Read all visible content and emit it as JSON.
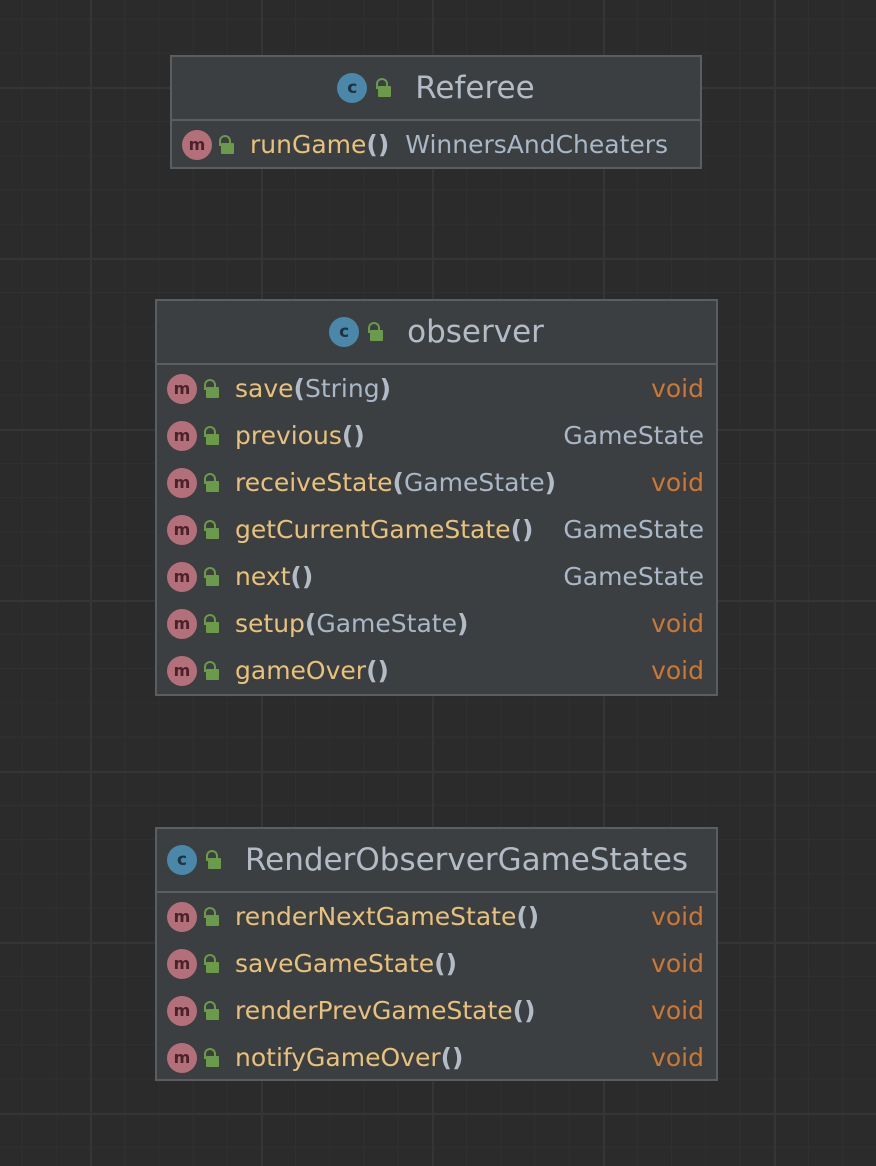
{
  "icons": {
    "class_badge": "class-icon",
    "method_badge": "method-icon",
    "visibility": "public-lock-icon"
  },
  "colors": {
    "background": "#2b2b2b",
    "box_fill": "#3c3f41",
    "box_border": "#5b5e60",
    "class_badge": "#4a87a8",
    "method_badge": "#b3707b",
    "public_lock": "#6b9a4a",
    "method_name": "#e8c17a",
    "void_type": "#cc7832",
    "type_text": "#a9b7c6"
  },
  "badges": {
    "class_letter": "c",
    "method_letter": "m"
  },
  "classes": [
    {
      "name": "Referee",
      "members": [
        {
          "name": "runGame",
          "open": "(",
          "param": "",
          "close": ")",
          "return": "WinnersAndCheaters"
        }
      ]
    },
    {
      "name": "observer",
      "members": [
        {
          "name": "save",
          "open": "(",
          "param": "String",
          "close": ")",
          "return": "void"
        },
        {
          "name": "previous",
          "open": "(",
          "param": "",
          "close": ")",
          "return": "GameState"
        },
        {
          "name": "receiveState",
          "open": "(",
          "param": "GameState",
          "close": ")",
          "return": "void"
        },
        {
          "name": "getCurrentGameState",
          "open": "(",
          "param": "",
          "close": ")",
          "return": "GameState"
        },
        {
          "name": "next",
          "open": "(",
          "param": "",
          "close": ")",
          "return": "GameState"
        },
        {
          "name": "setup",
          "open": "(",
          "param": "GameState",
          "close": ")",
          "return": "void"
        },
        {
          "name": "gameOver",
          "open": "(",
          "param": "",
          "close": ")",
          "return": "void"
        }
      ]
    },
    {
      "name": "RenderObserverGameStates",
      "members": [
        {
          "name": "renderNextGameState",
          "open": "(",
          "param": "",
          "close": ")",
          "return": "void"
        },
        {
          "name": "saveGameState",
          "open": "(",
          "param": "",
          "close": ")",
          "return": "void"
        },
        {
          "name": "renderPrevGameState",
          "open": "(",
          "param": "",
          "close": ")",
          "return": "void"
        },
        {
          "name": "notifyGameOver",
          "open": "(",
          "param": "",
          "close": ")",
          "return": "void"
        }
      ]
    }
  ]
}
